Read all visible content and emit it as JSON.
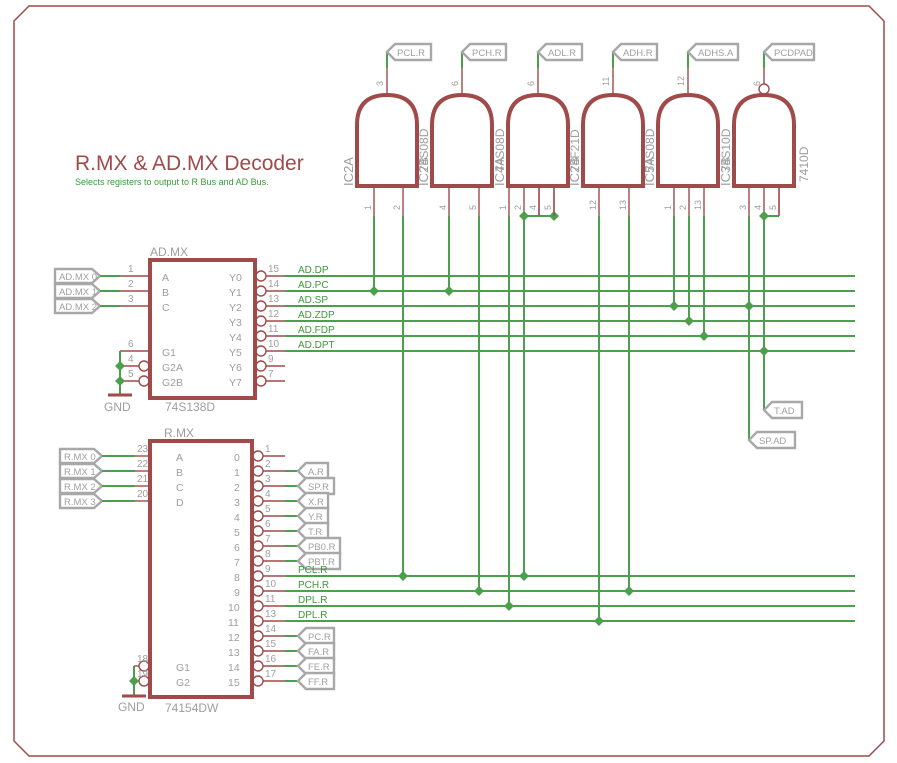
{
  "title": "R.MX & AD.MX Decoder",
  "subtitle": "Selects registers to output to R Bus and AD Bus.",
  "colors": {
    "symbol": "#a04a4a",
    "wire": "#4c9f4c",
    "label": "#9e9e9e",
    "tag": "#a8a8a8"
  },
  "gates": [
    {
      "ref": "IC2A",
      "value": "",
      "out_pin": "3",
      "out_net": "PCL.R",
      "in_pins": [
        "1",
        "2"
      ],
      "inverted": false
    },
    {
      "ref": "IC2B",
      "value": "74S08D",
      "out_pin": "6",
      "out_net": "PCH.R",
      "in_pins": [
        "4",
        "5"
      ],
      "inverted": false
    },
    {
      "ref": "IC4A",
      "value": "74S08D",
      "out_pin": "6",
      "out_net": "ADL.R",
      "in_pins": [
        "1",
        "2",
        "4",
        "5"
      ],
      "inverted": false
    },
    {
      "ref": "IC2B",
      "value": "74F21D",
      "out_pin": "11",
      "out_net": "ADH.R",
      "in_pins": [
        "12",
        "13"
      ],
      "inverted": false
    },
    {
      "ref": "IC5A",
      "value": "74S08D",
      "out_pin": "12",
      "out_net": "ADHS.A",
      "in_pins": [
        "1",
        "2",
        "13"
      ],
      "inverted": false
    },
    {
      "ref": "IC3B",
      "value": "74S10D",
      "out_pin": "6",
      "out_net": "PCDPAD",
      "in_pins": [
        "3",
        "4",
        "5"
      ],
      "inverted": true,
      "extra_label": "7410D"
    }
  ],
  "admx": {
    "name": "AD.MX",
    "part": "74S138D",
    "gnd": "GND",
    "inputs": [
      {
        "net": "AD.MX 0",
        "pin": "1",
        "name": "A"
      },
      {
        "net": "AD.MX 1",
        "pin": "2",
        "name": "B"
      },
      {
        "net": "AD.MX 2",
        "pin": "3",
        "name": "C"
      }
    ],
    "enables": [
      {
        "pin": "6",
        "name": "G1"
      },
      {
        "pin": "4",
        "name": "G2A"
      },
      {
        "pin": "5",
        "name": "G2B"
      }
    ],
    "outputs": [
      {
        "name": "Y0",
        "pin": "15",
        "net": "AD.DP"
      },
      {
        "name": "Y1",
        "pin": "14",
        "net": "AD.PC"
      },
      {
        "name": "Y2",
        "pin": "13",
        "net": "AD.SP"
      },
      {
        "name": "Y3",
        "pin": "12",
        "net": "AD.ZDP"
      },
      {
        "name": "Y4",
        "pin": "11",
        "net": "AD.FDP"
      },
      {
        "name": "Y5",
        "pin": "10",
        "net": "AD.DPT"
      },
      {
        "name": "Y6",
        "pin": "9",
        "net": ""
      },
      {
        "name": "Y7",
        "pin": "7",
        "net": ""
      }
    ]
  },
  "rmx": {
    "name": "R.MX",
    "part": "74154DW",
    "gnd": "GND",
    "inputs": [
      {
        "net": "R.MX 0",
        "pin": "23",
        "name": "A"
      },
      {
        "net": "R.MX 1",
        "pin": "22",
        "name": "B"
      },
      {
        "net": "R.MX 2",
        "pin": "21",
        "name": "C"
      },
      {
        "net": "R.MX 3",
        "pin": "20",
        "name": "D"
      }
    ],
    "enables": [
      {
        "pin": "18",
        "name": "G1"
      },
      {
        "pin": "19",
        "name": "G2"
      }
    ],
    "outputs": [
      {
        "name": "0",
        "pin": "1",
        "net": "",
        "kind": "none"
      },
      {
        "name": "1",
        "pin": "2",
        "net": "A.R",
        "kind": "tag"
      },
      {
        "name": "2",
        "pin": "3",
        "net": "SP.R",
        "kind": "tag"
      },
      {
        "name": "3",
        "pin": "4",
        "net": "X.R",
        "kind": "tag"
      },
      {
        "name": "4",
        "pin": "5",
        "net": "Y.R",
        "kind": "tag"
      },
      {
        "name": "5",
        "pin": "6",
        "net": "T.R",
        "kind": "tag"
      },
      {
        "name": "6",
        "pin": "7",
        "net": "PB0.R",
        "kind": "tag"
      },
      {
        "name": "7",
        "pin": "8",
        "net": "PBT.R",
        "kind": "tag"
      },
      {
        "name": "8",
        "pin": "9",
        "net": "PCL.R",
        "kind": "bus"
      },
      {
        "name": "9",
        "pin": "10",
        "net": "PCH.R",
        "kind": "bus"
      },
      {
        "name": "10",
        "pin": "11",
        "net": "DPL.R",
        "kind": "bus"
      },
      {
        "name": "11",
        "pin": "13",
        "net": "DPL.R",
        "kind": "bus"
      },
      {
        "name": "12",
        "pin": "14",
        "net": "PC.R",
        "kind": "tag"
      },
      {
        "name": "13",
        "pin": "15",
        "net": "FA.R",
        "kind": "tag"
      },
      {
        "name": "14",
        "pin": "16",
        "net": "FE.R",
        "kind": "tag"
      },
      {
        "name": "15",
        "pin": "17",
        "net": "FF.R",
        "kind": "tag"
      }
    ]
  },
  "side_tags": [
    {
      "net": "T.AD"
    },
    {
      "net": "SP.AD"
    }
  ]
}
